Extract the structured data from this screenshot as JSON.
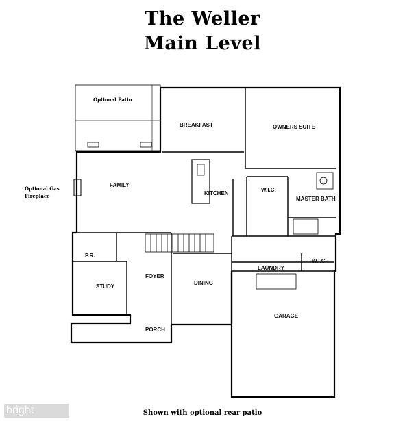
{
  "title": {
    "line1": "The Weller",
    "line2": "Main Level"
  },
  "annotations": {
    "optional_patio": "Optional Patio",
    "gas_line1": "Optional Gas",
    "gas_line2": "Fireplace"
  },
  "rooms": {
    "breakfast": "BREAKFAST",
    "owners_suite": "OWNERS SUITE",
    "family": "FAMILY",
    "kitchen": "KITCHEN",
    "wic_upper": "W.I.C.",
    "master_bath": "MASTER BATH",
    "pr": "P.R.",
    "study": "STUDY",
    "foyer": "FOYER",
    "dining": "DINING",
    "laundry": "LAUNDRY",
    "wic_lower": "W.I.C.",
    "garage": "GARAGE",
    "porch": "PORCH"
  },
  "caption": "Shown with optional rear patio",
  "watermark": "bright"
}
